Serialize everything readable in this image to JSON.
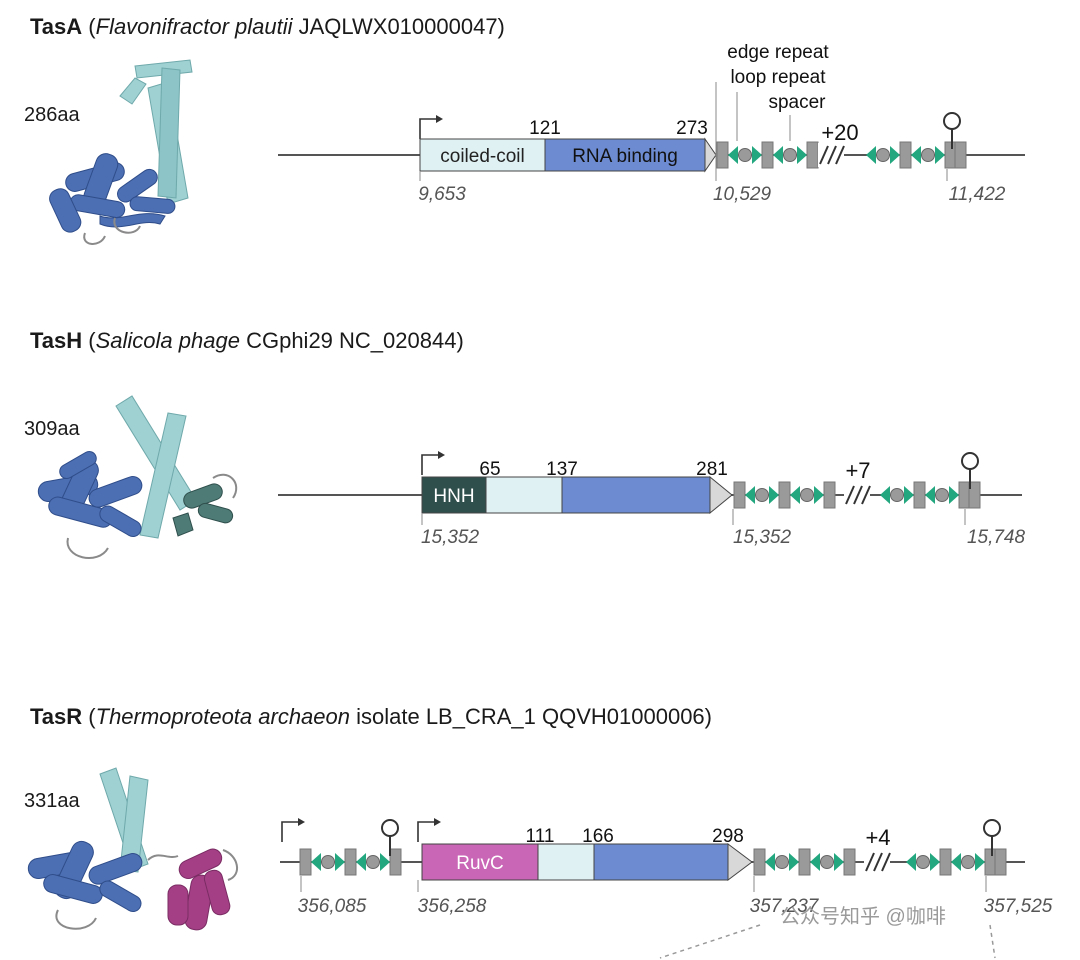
{
  "colors": {
    "coiled_coil": "#dff1f3",
    "rna_binding": "#6d8bd0",
    "hnh": "#2f4f4c",
    "ruvc": "#c966b5",
    "repeat": "#9a9a9a",
    "spacer": "#22a77f",
    "line": "#555555",
    "structure_light": "#9fd0d2",
    "structure_blue": "#4c6fb3",
    "structure_teal": "#4e7b76",
    "structure_magenta": "#a43f86"
  },
  "panels": [
    {
      "id": "tasA",
      "name": "TasA",
      "organism_italic": "Flavonifractor plautii",
      "organism_rest": " JAQLWX010000047)",
      "length": "286aa",
      "domains": [
        {
          "kind": "coiled",
          "label": "coiled-coil",
          "start": 420,
          "end": 545
        },
        {
          "kind": "rna",
          "label": "RNA binding",
          "start": 545,
          "end": 705
        }
      ],
      "arrow_color": "#d8d8d8",
      "boundaries": [
        "121",
        "273"
      ],
      "crispr_labels": [
        "edge repeat",
        "loop repeat",
        "spacer"
      ],
      "gap_count": "+20",
      "coords": [
        "9,653",
        "10,529",
        "11,422"
      ]
    },
    {
      "id": "tasH",
      "name": "TasH",
      "organism_italic": "Salicola phage",
      "organism_rest": " CGphi29 NC_020844)",
      "length": "309aa",
      "domains": [
        {
          "kind": "hnh",
          "label": "HNH",
          "start": 422,
          "end": 486
        },
        {
          "kind": "coiled",
          "label": "",
          "start": 486,
          "end": 562
        },
        {
          "kind": "rna",
          "label": "",
          "start": 562,
          "end": 710
        }
      ],
      "arrow_color": "#d8d8d8",
      "boundaries": [
        "65",
        "137",
        "281"
      ],
      "gap_count": "+7",
      "coords": [
        "15,352",
        "15,352",
        "15,748"
      ]
    },
    {
      "id": "tasR",
      "name": "TasR",
      "organism_italic": "Thermoproteota archaeon",
      "organism_rest": " isolate LB_CRA_1 QQVH01000006)",
      "length": "331aa",
      "domains": [
        {
          "kind": "ruvc",
          "label": "RuvC",
          "start": 422,
          "end": 538
        },
        {
          "kind": "coiled",
          "label": "",
          "start": 538,
          "end": 594
        },
        {
          "kind": "rna",
          "label": "",
          "start": 594,
          "end": 728
        }
      ],
      "arrow_color": "#d8d8d8",
      "boundaries": [
        "111",
        "166",
        "298"
      ],
      "gap_count": "+4",
      "coords": [
        "356,085",
        "356,258",
        "357,237",
        "357,525"
      ]
    }
  ],
  "watermark": "公众号知乎 @咖啡"
}
